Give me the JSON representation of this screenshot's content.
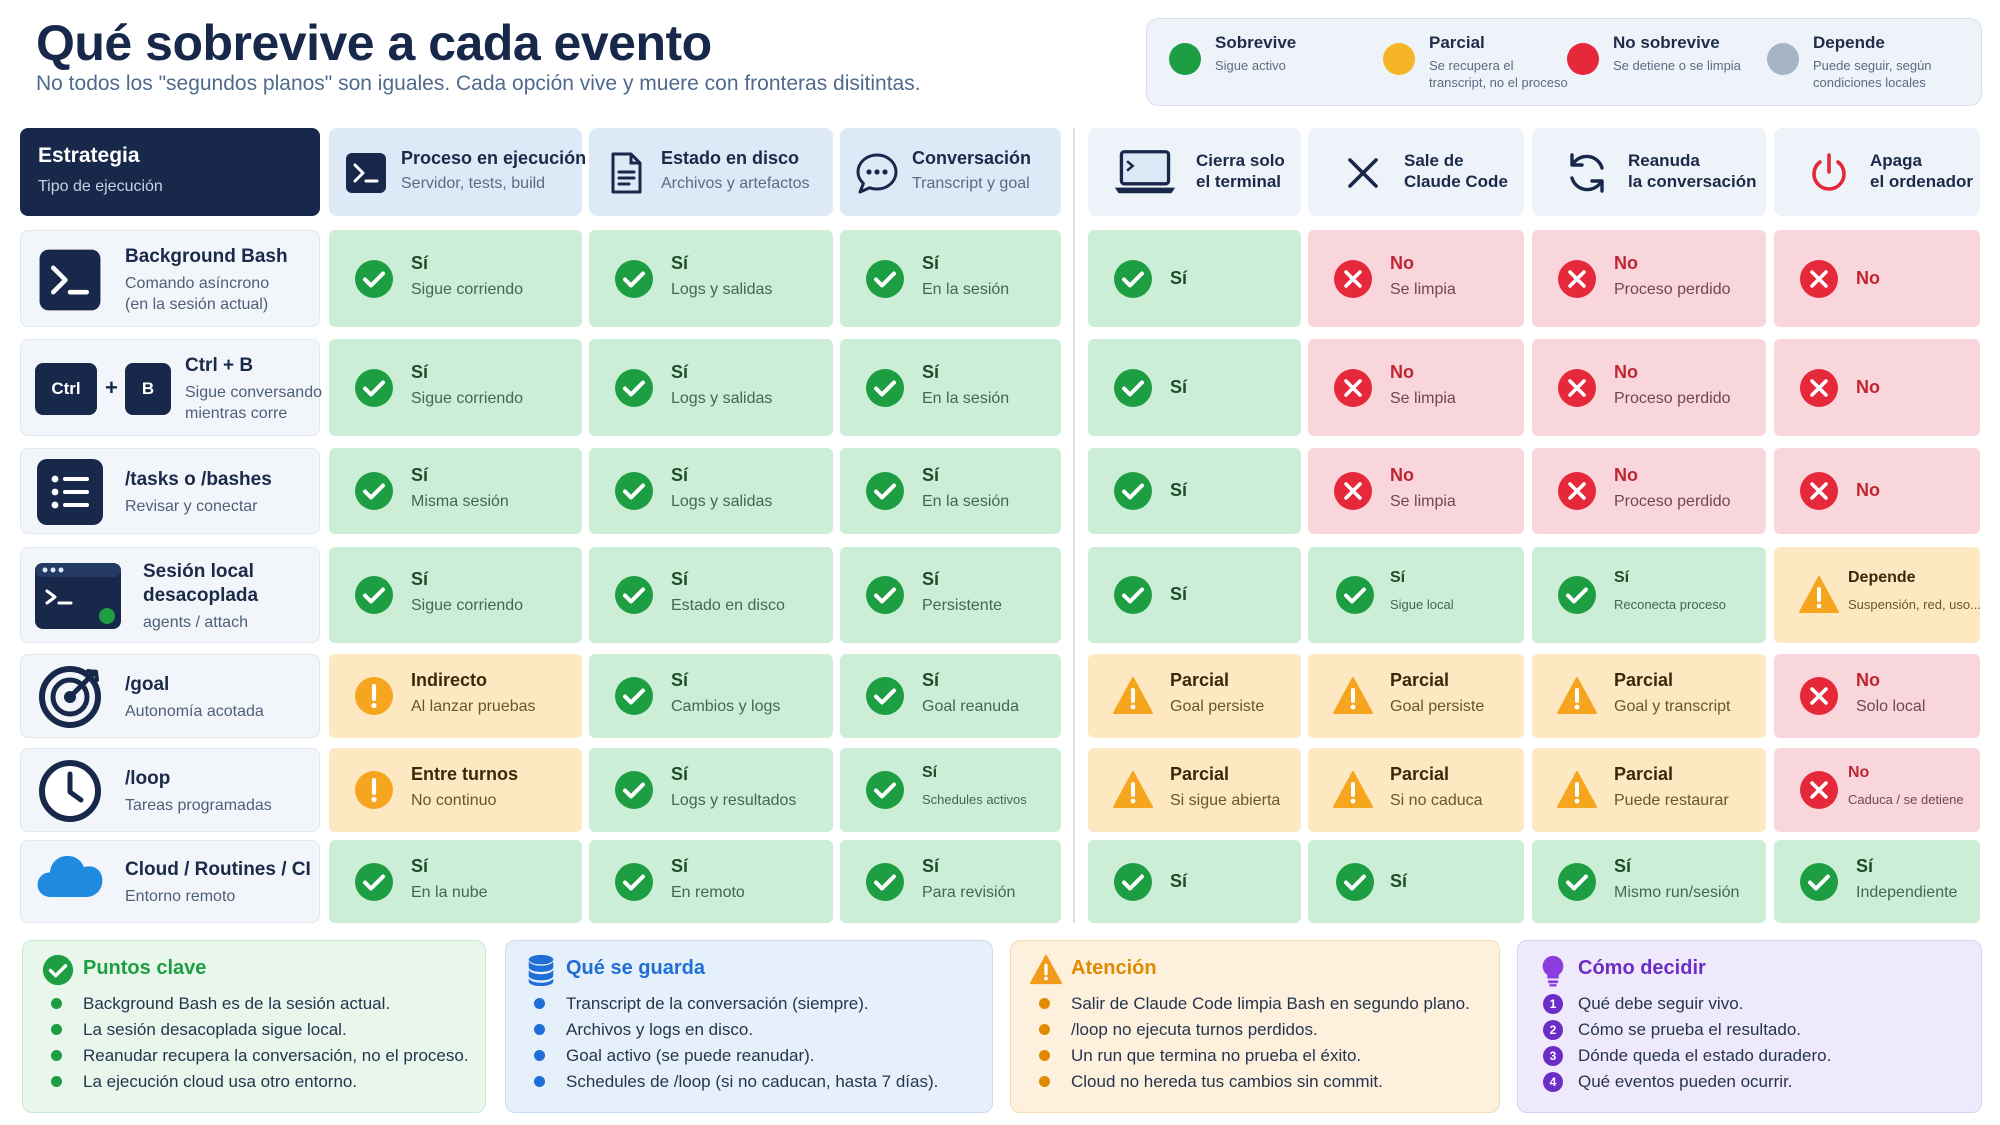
{
  "header": {
    "title": "Qué sobrevive a cada evento",
    "subtitle": "No todos los \"segundos planos\" son iguales. Cada opción vive y muere con fronteras disitintas."
  },
  "legend": [
    {
      "title": "Sobrevive",
      "sub": "Sigue activo",
      "color": "#1e9e43"
    },
    {
      "title": "Parcial",
      "sub": "Se recupera el|transcript, no el proceso",
      "color": "#f5b526"
    },
    {
      "title": "No sobrevive",
      "sub": "Se detiene o se limpia",
      "color": "#e5293b"
    },
    {
      "title": "Depende",
      "sub": "Puede seguir, según|condiciones locales",
      "color": "#a7b4c6"
    }
  ],
  "strategy_header": {
    "title": "Estrategia",
    "sub": "Tipo de ejecución"
  },
  "columns": [
    {
      "title": "Proceso en ejecución",
      "sub": "Servidor, tests, build",
      "icon": "terminal-icon"
    },
    {
      "title": "Estado en disco",
      "sub": "Archivos y artefactos",
      "icon": "document-icon"
    },
    {
      "title": "Conversación",
      "sub": "Transcript y goal",
      "icon": "chat-icon"
    },
    {
      "title": "Cierra solo|el terminal",
      "icon": "laptop-icon"
    },
    {
      "title": "Sale de|Claude Code",
      "icon": "close-icon"
    },
    {
      "title": "Reanuda|la conversación",
      "icon": "refresh-icon"
    },
    {
      "title": "Apaga|el ordenador",
      "icon": "power-icon"
    }
  ],
  "rows": [
    {
      "label": "Background Bash",
      "sub": "Comando asíncrono|(en la sesión actual)",
      "icon": "terminal-icon",
      "cells": [
        {
          "s": "ok",
          "t": "Sí",
          "d": "Sigue corriendo"
        },
        {
          "s": "ok",
          "t": "Sí",
          "d": "Logs y salidas"
        },
        {
          "s": "ok",
          "t": "Sí",
          "d": "En la sesión"
        },
        {
          "s": "ok",
          "t": "Sí",
          "d": ""
        },
        {
          "s": "no",
          "t": "No",
          "d": "Se limpia"
        },
        {
          "s": "no",
          "t": "No",
          "d": "Proceso perdido"
        },
        {
          "s": "no",
          "t": "No",
          "d": ""
        }
      ]
    },
    {
      "label": "Ctrl + B",
      "sub": "Sigue conversando|mientras corre",
      "icon": "keyboard-shortcut-icon",
      "keys": [
        "Ctrl",
        "+",
        "B"
      ],
      "cells": [
        {
          "s": "ok",
          "t": "Sí",
          "d": "Sigue corriendo"
        },
        {
          "s": "ok",
          "t": "Sí",
          "d": "Logs y salidas"
        },
        {
          "s": "ok",
          "t": "Sí",
          "d": "En la sesión"
        },
        {
          "s": "ok",
          "t": "Sí",
          "d": ""
        },
        {
          "s": "no",
          "t": "No",
          "d": "Se limpia"
        },
        {
          "s": "no",
          "t": "No",
          "d": "Proceso perdido"
        },
        {
          "s": "no",
          "t": "No",
          "d": ""
        }
      ]
    },
    {
      "label": "/tasks o /bashes",
      "sub": "Revisar y conectar",
      "icon": "list-icon",
      "cells": [
        {
          "s": "ok",
          "t": "Sí",
          "d": "Misma sesión"
        },
        {
          "s": "ok",
          "t": "Sí",
          "d": "Logs y salidas"
        },
        {
          "s": "ok",
          "t": "Sí",
          "d": "En la sesión"
        },
        {
          "s": "ok",
          "t": "Sí",
          "d": ""
        },
        {
          "s": "no",
          "t": "No",
          "d": "Se limpia"
        },
        {
          "s": "no",
          "t": "No",
          "d": "Proceso perdido"
        },
        {
          "s": "no",
          "t": "No",
          "d": ""
        }
      ]
    },
    {
      "label": "Sesión local|desacoplada",
      "sub": "agents / attach",
      "icon": "detached-terminal-icon",
      "cells": [
        {
          "s": "ok",
          "t": "Sí",
          "d": "Sigue corriendo"
        },
        {
          "s": "ok",
          "t": "Sí",
          "d": "Estado en disco"
        },
        {
          "s": "ok",
          "t": "Sí",
          "d": "Persistente"
        },
        {
          "s": "ok",
          "t": "Sí",
          "d": ""
        },
        {
          "s": "ok",
          "t": "Sí",
          "d": "Sigue local",
          "small": true
        },
        {
          "s": "ok",
          "t": "Sí",
          "d": "Reconecta proceso",
          "small": true
        },
        {
          "s": "warn",
          "t": "Depende",
          "d": "Suspensión, red, uso...",
          "small": true,
          "icon": "warning"
        }
      ]
    },
    {
      "label": "/goal",
      "sub": "Autonomía acotada",
      "icon": "target-icon",
      "cells": [
        {
          "s": "warn",
          "t": "Indirecto",
          "d": "Al lanzar pruebas",
          "icon": "info"
        },
        {
          "s": "ok",
          "t": "Sí",
          "d": "Cambios y logs"
        },
        {
          "s": "ok",
          "t": "Sí",
          "d": "Goal reanuda"
        },
        {
          "s": "warn",
          "t": "Parcial",
          "d": "Goal persiste",
          "icon": "warning"
        },
        {
          "s": "warn",
          "t": "Parcial",
          "d": "Goal persiste",
          "icon": "warning"
        },
        {
          "s": "warn",
          "t": "Parcial",
          "d": "Goal y transcript",
          "icon": "warning"
        },
        {
          "s": "no",
          "t": "No",
          "d": "Solo local"
        }
      ]
    },
    {
      "label": "/loop",
      "sub": "Tareas programadas",
      "icon": "clock-icon",
      "cells": [
        {
          "s": "warn",
          "t": "Entre turnos",
          "d": "No continuo",
          "icon": "info"
        },
        {
          "s": "ok",
          "t": "Sí",
          "d": "Logs y resultados"
        },
        {
          "s": "ok",
          "t": "Sí",
          "d": "Schedules activos",
          "small": true
        },
        {
          "s": "warn",
          "t": "Parcial",
          "d": "Si sigue abierta",
          "icon": "warning"
        },
        {
          "s": "warn",
          "t": "Parcial",
          "d": "Si no caduca",
          "icon": "warning"
        },
        {
          "s": "warn",
          "t": "Parcial",
          "d": "Puede restaurar",
          "icon": "warning"
        },
        {
          "s": "no",
          "t": "No",
          "d": "Caduca / se detiene",
          "small": true
        }
      ]
    },
    {
      "label": "Cloud / Routines / CI",
      "sub": "Entorno remoto",
      "icon": "cloud-icon",
      "cells": [
        {
          "s": "ok",
          "t": "Sí",
          "d": "En la nube"
        },
        {
          "s": "ok",
          "t": "Sí",
          "d": "En remoto"
        },
        {
          "s": "ok",
          "t": "Sí",
          "d": "Para revisión"
        },
        {
          "s": "ok",
          "t": "Sí",
          "d": ""
        },
        {
          "s": "ok",
          "t": "Sí",
          "d": ""
        },
        {
          "s": "ok",
          "t": "Sí",
          "d": "Mismo run/sesión"
        },
        {
          "s": "ok",
          "t": "Sí",
          "d": "Independiente"
        }
      ]
    }
  ],
  "cards": [
    {
      "title": "Puntos clave",
      "icon": "check-circle-icon",
      "accent": "#1e9e43",
      "items": [
        "Background Bash es de la sesión actual.",
        "La sesión desacoplada sigue local.",
        "Reanudar recupera la conversación, no el proceso.",
        "La ejecución cloud usa otro entorno."
      ]
    },
    {
      "title": "Qué se guarda",
      "icon": "database-icon",
      "accent": "#1f6fd6",
      "items": [
        "Transcript de la conversación (siempre).",
        "Archivos y logs en disco.",
        "Goal activo (se puede reanudar).",
        "Schedules de /loop (si no caducan, hasta 7 días)."
      ]
    },
    {
      "title": "Atención",
      "icon": "warning-icon",
      "accent": "#e08a00",
      "items": [
        "Salir de Claude Code limpia Bash en segundo plano.",
        "/loop no ejecuta turnos perdidos.",
        "Un run que termina no prueba el éxito.",
        "Cloud no hereda tus cambios sin commit."
      ]
    },
    {
      "title": "Cómo decidir",
      "icon": "lightbulb-icon",
      "accent": "#6c2dc7",
      "items": [
        "Qué debe seguir vivo.",
        "Cómo se prueba el resultado.",
        "Dónde queda el estado duradero.",
        "Qué eventos pueden ocurrir."
      ]
    }
  ]
}
